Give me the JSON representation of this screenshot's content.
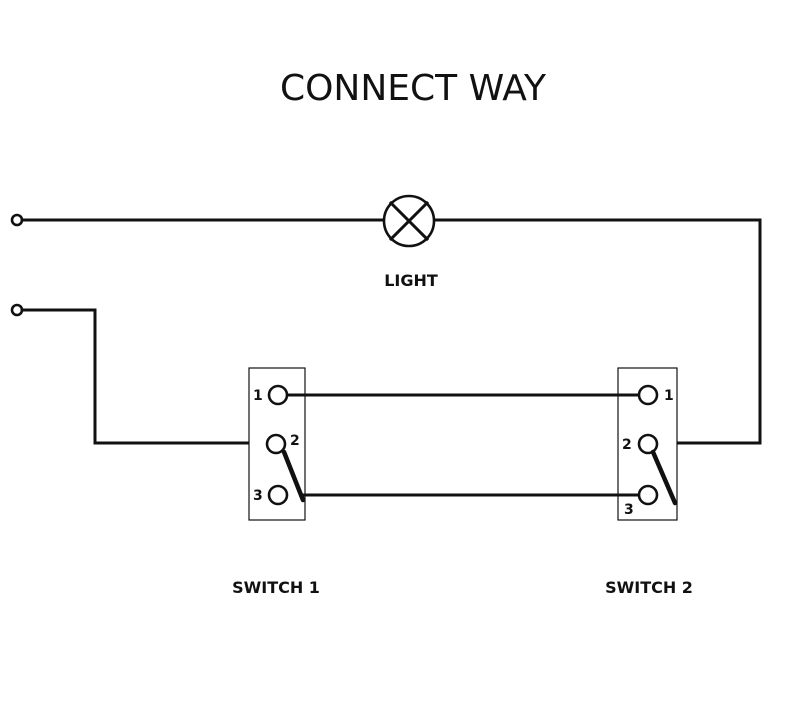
{
  "title": "CONNECT WAY",
  "light_label": "LIGHT",
  "switch1": {
    "label": "SWITCH 1",
    "terminals": [
      "1",
      "2",
      "3"
    ]
  },
  "switch2": {
    "label": "SWITCH 2",
    "terminals": [
      "1",
      "2",
      "3"
    ]
  },
  "colors": {
    "line": "#111111",
    "background": "#ffffff"
  },
  "icons": [
    "lamp-icon",
    "terminal-circle-icon",
    "switch-lever-icon"
  ]
}
